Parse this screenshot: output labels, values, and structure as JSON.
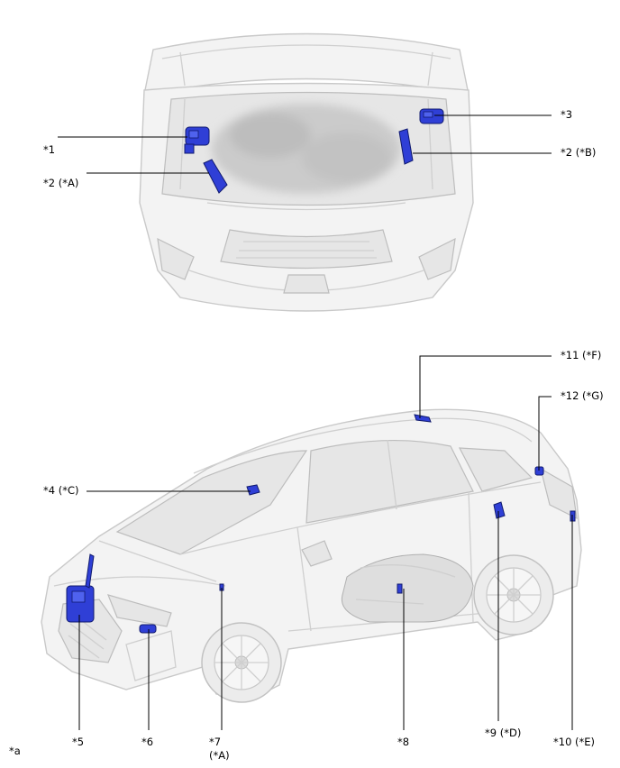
{
  "labels": {
    "l1": "*1",
    "l2a": "*2 (*A)",
    "l2b": "*2 (*B)",
    "l3": "*3",
    "l4": "*4 (*C)",
    "l5": "*5",
    "l6": "*6",
    "l7a": "*7",
    "l7b": "(*A)",
    "l8": "*8",
    "l9": "*9 (*D)",
    "l10": "*10 (*E)",
    "l11": "*11 (*F)",
    "l12": "*12 (*G)",
    "la": "*a"
  }
}
